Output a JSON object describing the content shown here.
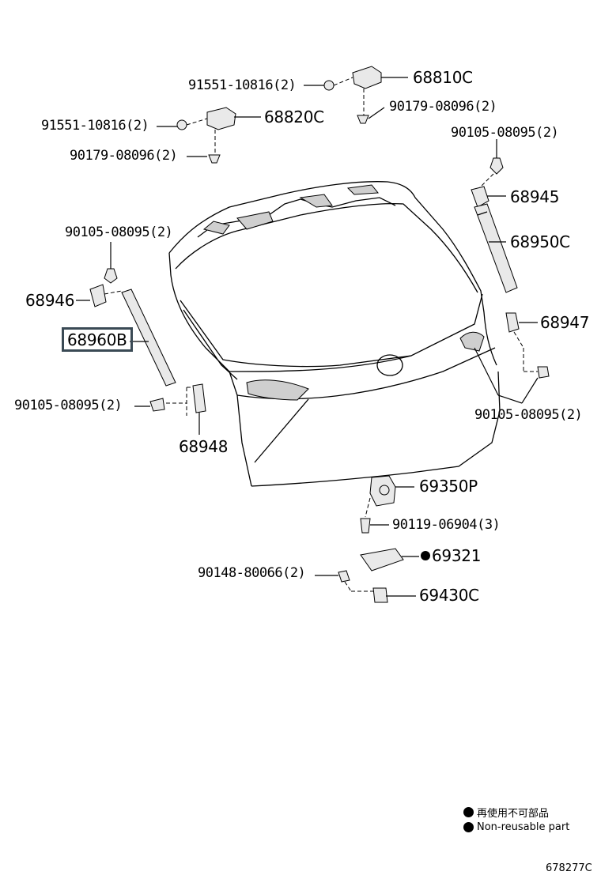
{
  "callouts": {
    "p68810c": "68810C",
    "p91551_top": "91551-10816(2)",
    "p90179_top": "90179-08096(2)",
    "p68820c": "68820C",
    "p91551_left": "91551-10816(2)",
    "p90179_left": "90179-08096(2)",
    "p90105_tr": "90105-08095(2)",
    "p68945": "68945",
    "p90105_left": "90105-08095(2)",
    "p68950c": "68950C",
    "p68946": "68946",
    "p68947": "68947",
    "p68960b": "68960B",
    "p90105_bl": "90105-08095(2)",
    "p90105_br": "90105-08095(2)",
    "p68948": "68948",
    "p69350p": "69350P",
    "p90119": "90119-06904(3)",
    "p69321": "69321",
    "p90148": "90148-80066(2)",
    "p69430c": "69430C"
  },
  "legend": {
    "line1": "再使用不可部品",
    "line2": "Non-reusable part"
  },
  "diagram_code": "678277C"
}
